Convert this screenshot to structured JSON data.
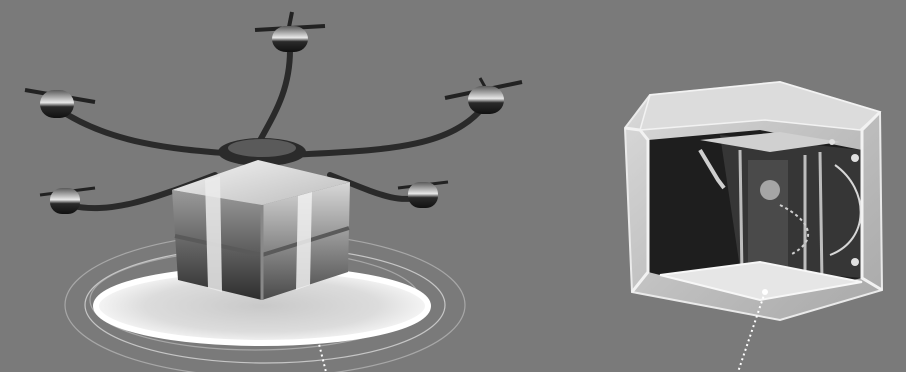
{
  "scene": {
    "background_color": "#7b7b7b",
    "objects": [
      {
        "name": "delivery-drone",
        "icon": "drone-with-gift-box"
      },
      {
        "name": "3d-printer",
        "icon": "cube-printer"
      }
    ],
    "colors": {
      "landing_pad": "#e9e9e9",
      "gift_box_light": "#d9d9d9",
      "gift_box_dark": "#3a3a3a",
      "drone_arm": "#2b2b2b",
      "printer_frame": "#cfd0d0",
      "printer_interior": "#1f1f1f"
    }
  }
}
